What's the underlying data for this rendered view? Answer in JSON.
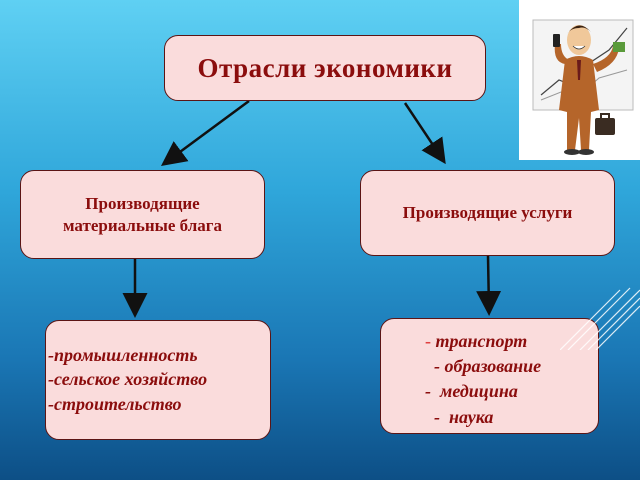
{
  "diagram": {
    "root": "Отрасли  экономики",
    "left_branch": {
      "line1": "Производящие",
      "line2": "материальные блага"
    },
    "right_branch": {
      "label": "Производящие услуги"
    },
    "left_items": [
      "-промышленность",
      "-сельское хозяйство",
      "-строительство"
    ],
    "right_items": [
      {
        "dash": "- ",
        "text": "транспорт",
        "indent": ""
      },
      {
        "dash": "",
        "text": "- образование",
        "indent": "  "
      },
      {
        "dash": "",
        "text": "-  медицина",
        "indent": ""
      },
      {
        "dash": "",
        "text": "-  наука",
        "indent": "  "
      }
    ]
  },
  "illustration": {
    "icon": "businessman-with-phone-icon"
  },
  "colors": {
    "box_fill": "#fadcdc",
    "box_text": "#8b0d0d",
    "border": "#5b1515"
  }
}
